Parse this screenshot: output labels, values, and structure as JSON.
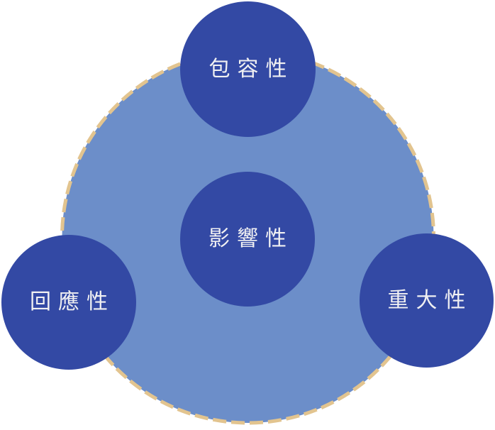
{
  "diagram": {
    "type": "hub-and-spokes-circle-diagram",
    "background_circle": {
      "fill": "#6C8EC9",
      "border_color": "#E2C48F",
      "border_style": "dashed"
    },
    "node_style": {
      "fill": "#3349A4",
      "text_color": "#F0F0F2"
    },
    "nodes": [
      {
        "id": "top",
        "label": "包容性"
      },
      {
        "id": "center",
        "label": "影響性"
      },
      {
        "id": "left",
        "label": "回應性"
      },
      {
        "id": "right",
        "label": "重大性"
      }
    ]
  }
}
